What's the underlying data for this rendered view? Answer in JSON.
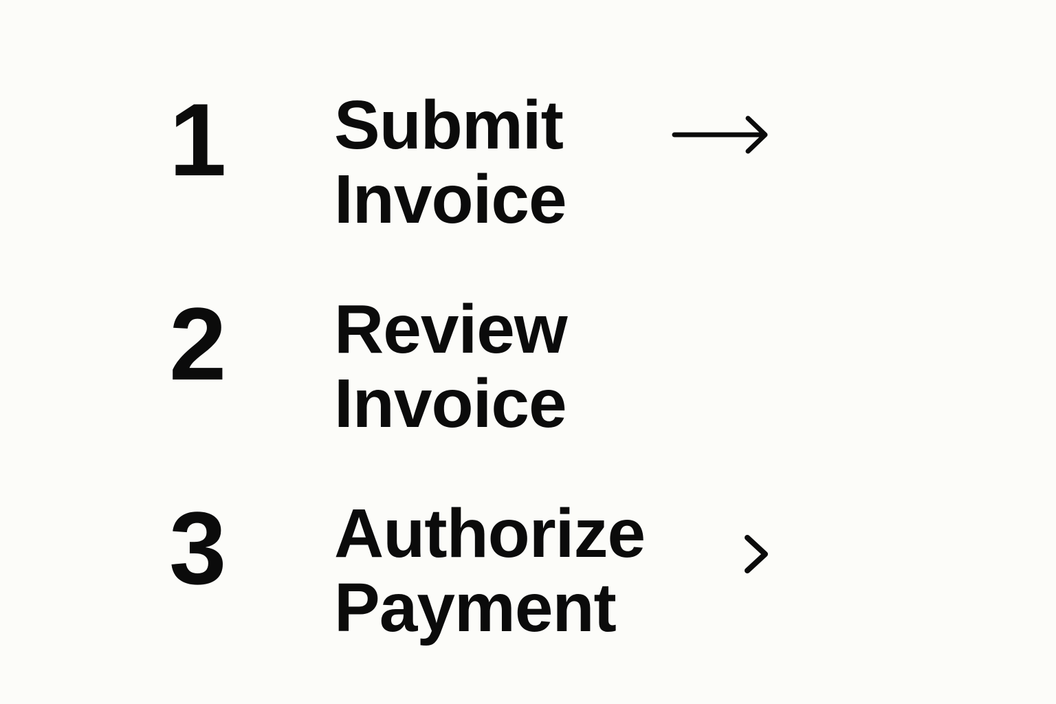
{
  "steps": [
    {
      "number": "1",
      "title_line1": "Submit",
      "title_line2": "Invoice",
      "connector_icon": "arrow-right-icon"
    },
    {
      "number": "2",
      "title_line1": "Review",
      "title_line2": "Invoice",
      "connector_icon": ""
    },
    {
      "number": "3",
      "title_line1": "Authorize",
      "title_line2": "Payment",
      "connector_icon": "chevron-right-icon"
    }
  ],
  "colors": {
    "background": "#fcfcf9",
    "text": "#0b0b0b"
  }
}
